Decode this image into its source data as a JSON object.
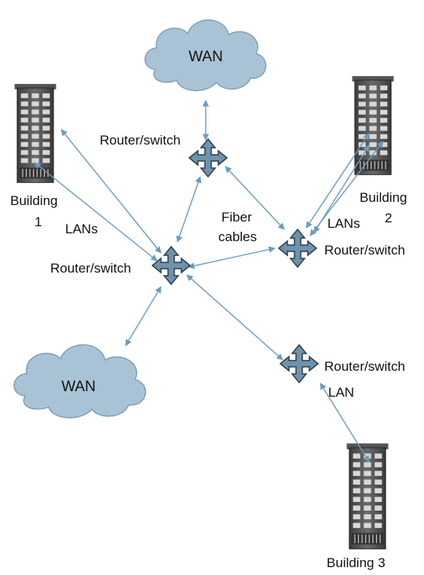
{
  "clouds": {
    "top_label": "WAN",
    "left_label": "WAN"
  },
  "buildings": {
    "b1_line1": "Building",
    "b1_line2": "1",
    "b2_line1": "Building",
    "b2_line2": "2",
    "b3_label": "Building 3"
  },
  "routers": {
    "top": "Router/switch",
    "center": "Router/switch",
    "right": "Router/switch",
    "lower_right": "Router/switch"
  },
  "links": {
    "lans_left": "LANs",
    "lans_right": "LANs",
    "lan_bottom": "LAN",
    "fiber_line1": "Fiber",
    "fiber_line2": "cables"
  },
  "colors": {
    "cloud_fill": "#a9c3d6",
    "router_fill": "#6f93ad",
    "link_color": "#6a9cc0",
    "building_dark": "#4a4a4a"
  }
}
